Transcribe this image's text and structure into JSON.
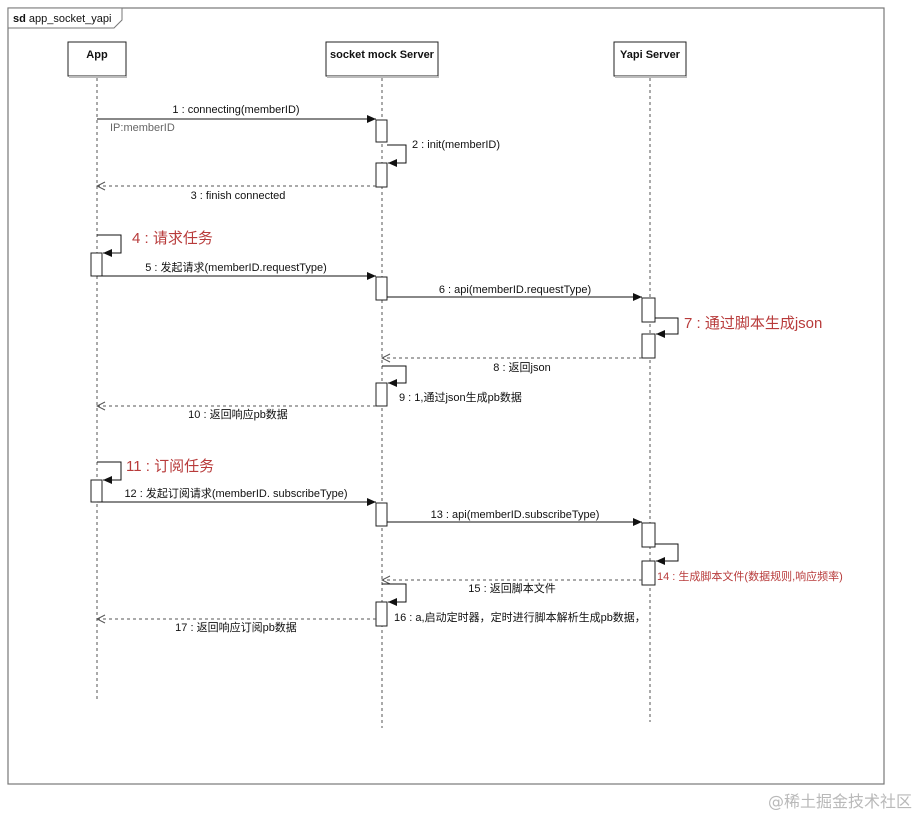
{
  "frame": {
    "keyword": "sd",
    "name": "app_socket_yapi"
  },
  "participants": [
    {
      "id": "app",
      "label": "App"
    },
    {
      "id": "mock",
      "label": "socket mock Server"
    },
    {
      "id": "yapi",
      "label": "Yapi Server"
    }
  ],
  "messages": [
    {
      "id": "m1",
      "label": "1 : connecting(memberID)",
      "note": "IP:memberID"
    },
    {
      "id": "m2",
      "label": "2 : init(memberID)"
    },
    {
      "id": "m3",
      "label": "3 : finish connected"
    },
    {
      "id": "m4",
      "label": "4 : 请求任务"
    },
    {
      "id": "m5",
      "label": "5 : 发起请求(memberID.requestType)"
    },
    {
      "id": "m6",
      "label": "6 : api(memberID.requestType)"
    },
    {
      "id": "m7",
      "label": "7 : 通过脚本生成json"
    },
    {
      "id": "m8",
      "label": "8 : 返回json"
    },
    {
      "id": "m9",
      "label": "9 : 1,通过json生成pb数据"
    },
    {
      "id": "m10",
      "label": "10 : 返回响应pb数据"
    },
    {
      "id": "m11",
      "label": "11 : 订阅任务"
    },
    {
      "id": "m12",
      "label": "12 : 发起订阅请求(memberID. subscribeType)"
    },
    {
      "id": "m13",
      "label": "13 : api(memberID.subscribeType)"
    },
    {
      "id": "m14",
      "label": "14 : 生成脚本文件(数据规则,响应频率)"
    },
    {
      "id": "m15",
      "label": "15 : 返回脚本文件"
    },
    {
      "id": "m16",
      "label": "16 : a,启动定时器，定时进行脚本解析生成pb数据，"
    },
    {
      "id": "m17",
      "label": "17 : 返回响应订阅pb数据"
    }
  ],
  "watermark": "@稀土掘金技术社区",
  "colors": {
    "accent": "#b83b3b",
    "line": "#222222",
    "watermark": "#b9b9b9"
  }
}
